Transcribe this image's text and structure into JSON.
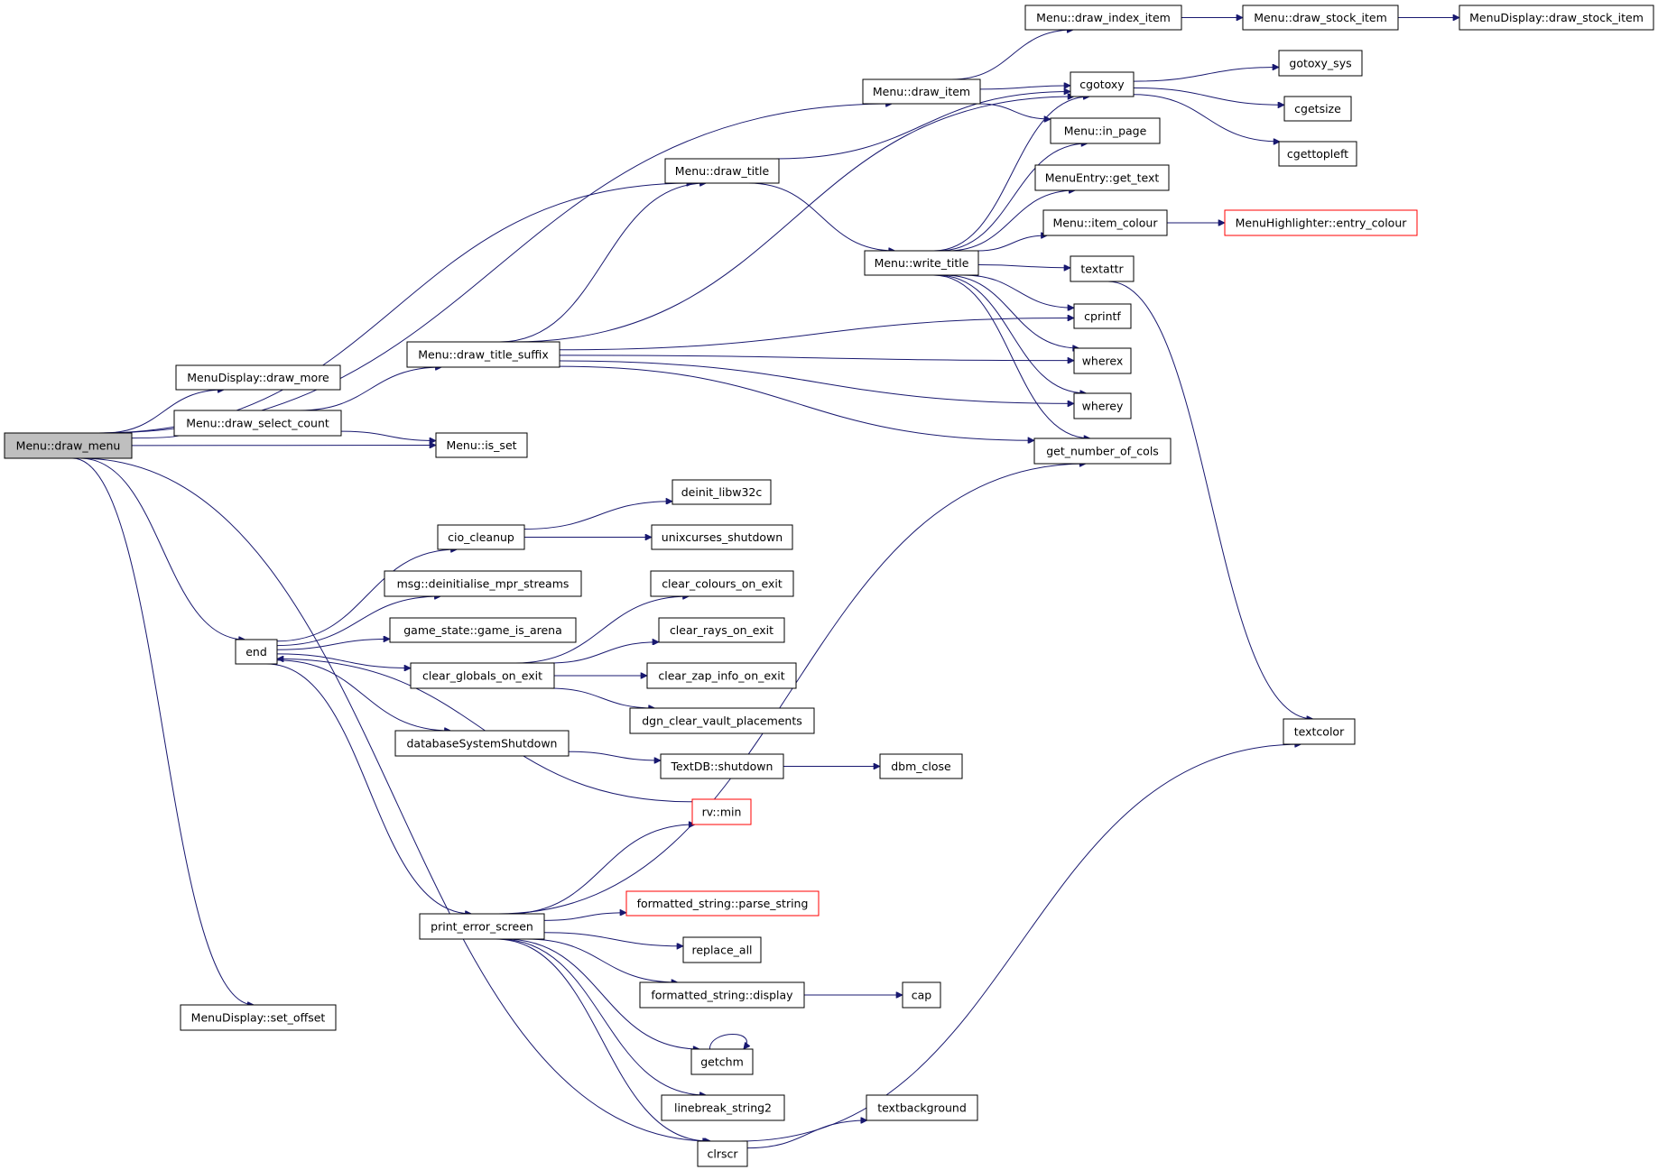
{
  "colors": {
    "edge": "#191970",
    "node_border": "#000000",
    "node_highlight": "#bfbfbf",
    "truncated_border": "#ff0000"
  },
  "nodes": [
    {
      "id": "draw_menu",
      "label": "Menu::draw_menu",
      "highlight": true
    },
    {
      "id": "draw_index_item",
      "label": "Menu::draw_index_item"
    },
    {
      "id": "draw_stock_item",
      "label": "Menu::draw_stock_item"
    },
    {
      "id": "md_draw_stock_item",
      "label": "MenuDisplay::draw_stock_item"
    },
    {
      "id": "draw_item",
      "label": "Menu::draw_item"
    },
    {
      "id": "cgotoxy",
      "label": "cgotoxy"
    },
    {
      "id": "gotoxy_sys",
      "label": "gotoxy_sys"
    },
    {
      "id": "cgetsize",
      "label": "cgetsize"
    },
    {
      "id": "cgettopleft",
      "label": "cgettopleft"
    },
    {
      "id": "in_page",
      "label": "Menu::in_page"
    },
    {
      "id": "draw_title",
      "label": "Menu::draw_title"
    },
    {
      "id": "get_text",
      "label": "MenuEntry::get_text"
    },
    {
      "id": "item_colour",
      "label": "Menu::item_colour"
    },
    {
      "id": "entry_colour",
      "label": "MenuHighlighter::entry_colour",
      "truncated": true
    },
    {
      "id": "write_title",
      "label": "Menu::write_title"
    },
    {
      "id": "textattr",
      "label": "textattr"
    },
    {
      "id": "cprintf",
      "label": "cprintf"
    },
    {
      "id": "draw_title_suffix",
      "label": "Menu::draw_title_suffix"
    },
    {
      "id": "wherex",
      "label": "wherex"
    },
    {
      "id": "draw_more",
      "label": "MenuDisplay::draw_more"
    },
    {
      "id": "wherey",
      "label": "wherey"
    },
    {
      "id": "draw_select_count",
      "label": "Menu::draw_select_count"
    },
    {
      "id": "is_set",
      "label": "Menu::is_set"
    },
    {
      "id": "get_number_of_cols",
      "label": "get_number_of_cols"
    },
    {
      "id": "deinit_libw32c",
      "label": "deinit_libw32c"
    },
    {
      "id": "cio_cleanup",
      "label": "cio_cleanup"
    },
    {
      "id": "unixcurses_shutdown",
      "label": "unixcurses_shutdown"
    },
    {
      "id": "deinitialise_mpr_streams",
      "label": "msg::deinitialise_mpr_streams"
    },
    {
      "id": "clear_colours_on_exit",
      "label": "clear_colours_on_exit"
    },
    {
      "id": "game_is_arena",
      "label": "game_state::game_is_arena"
    },
    {
      "id": "clear_rays_on_exit",
      "label": "clear_rays_on_exit"
    },
    {
      "id": "end",
      "label": "end"
    },
    {
      "id": "clear_globals_on_exit",
      "label": "clear_globals_on_exit"
    },
    {
      "id": "clear_zap_info_on_exit",
      "label": "clear_zap_info_on_exit"
    },
    {
      "id": "dgn_clear_vault_placements",
      "label": "dgn_clear_vault_placements"
    },
    {
      "id": "textcolor",
      "label": "textcolor"
    },
    {
      "id": "databaseSystemShutdown",
      "label": "databaseSystemShutdown"
    },
    {
      "id": "textdb_shutdown",
      "label": "TextDB::shutdown"
    },
    {
      "id": "dbm_close",
      "label": "dbm_close"
    },
    {
      "id": "rv_min",
      "label": "rv::min",
      "truncated": true
    },
    {
      "id": "parse_string",
      "label": "formatted_string::parse_string",
      "truncated": true
    },
    {
      "id": "print_error_screen",
      "label": "print_error_screen"
    },
    {
      "id": "replace_all",
      "label": "replace_all"
    },
    {
      "id": "fs_display",
      "label": "formatted_string::display"
    },
    {
      "id": "cap",
      "label": "cap"
    },
    {
      "id": "set_offset",
      "label": "MenuDisplay::set_offset"
    },
    {
      "id": "getchm",
      "label": "getchm"
    },
    {
      "id": "linebreak_string2",
      "label": "linebreak_string2"
    },
    {
      "id": "textbackground",
      "label": "textbackground"
    },
    {
      "id": "clrscr",
      "label": "clrscr"
    }
  ],
  "edges": [
    [
      "draw_menu",
      "draw_item"
    ],
    [
      "draw_menu",
      "draw_title"
    ],
    [
      "draw_menu",
      "draw_more"
    ],
    [
      "draw_menu",
      "draw_select_count"
    ],
    [
      "draw_menu",
      "is_set"
    ],
    [
      "draw_menu",
      "end"
    ],
    [
      "draw_menu",
      "clrscr"
    ],
    [
      "draw_menu",
      "set_offset"
    ],
    [
      "draw_item",
      "draw_index_item"
    ],
    [
      "draw_item",
      "cgotoxy"
    ],
    [
      "draw_item",
      "in_page"
    ],
    [
      "draw_index_item",
      "draw_stock_item"
    ],
    [
      "draw_stock_item",
      "md_draw_stock_item"
    ],
    [
      "cgotoxy",
      "gotoxy_sys"
    ],
    [
      "cgotoxy",
      "cgetsize"
    ],
    [
      "cgotoxy",
      "cgettopleft"
    ],
    [
      "draw_title",
      "cgotoxy"
    ],
    [
      "draw_title",
      "write_title"
    ],
    [
      "write_title",
      "cgotoxy"
    ],
    [
      "write_title",
      "in_page"
    ],
    [
      "write_title",
      "get_text"
    ],
    [
      "write_title",
      "item_colour"
    ],
    [
      "write_title",
      "textattr"
    ],
    [
      "write_title",
      "cprintf"
    ],
    [
      "write_title",
      "wherex"
    ],
    [
      "write_title",
      "wherey"
    ],
    [
      "write_title",
      "get_number_of_cols"
    ],
    [
      "item_colour",
      "entry_colour"
    ],
    [
      "textattr",
      "textcolor"
    ],
    [
      "draw_title_suffix",
      "draw_title"
    ],
    [
      "draw_title_suffix",
      "cgotoxy"
    ],
    [
      "draw_title_suffix",
      "cprintf"
    ],
    [
      "draw_title_suffix",
      "wherex"
    ],
    [
      "draw_title_suffix",
      "wherey"
    ],
    [
      "draw_title_suffix",
      "get_number_of_cols"
    ],
    [
      "draw_select_count",
      "draw_title_suffix"
    ],
    [
      "draw_select_count",
      "is_set"
    ],
    [
      "end",
      "cio_cleanup"
    ],
    [
      "end",
      "deinitialise_mpr_streams"
    ],
    [
      "end",
      "game_is_arena"
    ],
    [
      "end",
      "clear_globals_on_exit"
    ],
    [
      "end",
      "databaseSystemShutdown"
    ],
    [
      "end",
      "print_error_screen"
    ],
    [
      "cio_cleanup",
      "deinit_libw32c"
    ],
    [
      "cio_cleanup",
      "unixcurses_shutdown"
    ],
    [
      "clear_globals_on_exit",
      "clear_colours_on_exit"
    ],
    [
      "clear_globals_on_exit",
      "clear_rays_on_exit"
    ],
    [
      "clear_globals_on_exit",
      "clear_zap_info_on_exit"
    ],
    [
      "clear_globals_on_exit",
      "dgn_clear_vault_placements"
    ],
    [
      "databaseSystemShutdown",
      "textdb_shutdown"
    ],
    [
      "textdb_shutdown",
      "dbm_close"
    ],
    [
      "rv_min",
      "end"
    ],
    [
      "print_error_screen",
      "rv_min"
    ],
    [
      "print_error_screen",
      "get_number_of_cols"
    ],
    [
      "print_error_screen",
      "parse_string"
    ],
    [
      "print_error_screen",
      "replace_all"
    ],
    [
      "print_error_screen",
      "fs_display"
    ],
    [
      "print_error_screen",
      "getchm"
    ],
    [
      "print_error_screen",
      "linebreak_string2"
    ],
    [
      "print_error_screen",
      "clrscr"
    ],
    [
      "fs_display",
      "cap"
    ],
    [
      "getchm",
      "getchm"
    ],
    [
      "clrscr",
      "textbackground"
    ],
    [
      "clrscr",
      "textcolor"
    ]
  ]
}
